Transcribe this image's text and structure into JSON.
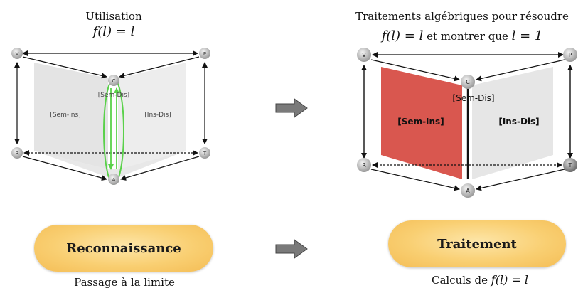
{
  "left": {
    "title_line1": "Utilisation",
    "formula": "f(l) = l",
    "nodes": {
      "V": "V",
      "P": "P",
      "C": "C",
      "R": "R",
      "T": "T",
      "A": "A"
    },
    "regions": {
      "sem_dis": "[Sem-Dis]",
      "sem_ins": "[Sem-Ins]",
      "ins_dis": "[Ins-Dis]"
    },
    "highlight_color": "#5ad14a",
    "pill_label": "Reconnaissance",
    "bottom_caption": "Passage à la limite"
  },
  "right": {
    "title_line1": "Traitements algébriques pour résoudre",
    "formula_part1": "f(l) = l",
    "formula_mid": " et montrer que ",
    "formula_part2": "l = 1",
    "nodes": {
      "V": "V",
      "P": "P",
      "C": "C",
      "R": "R",
      "T": "T",
      "A": "A"
    },
    "regions": {
      "sem_dis": "[Sem-Dis]",
      "sem_ins": "[Sem-Ins]",
      "ins_dis": "[Ins-Dis]"
    },
    "highlight_color": "#d9574f",
    "pill_label": "Traitement",
    "bottom_caption_prefix": "Calculs de ",
    "bottom_caption_formula": "f(l) = l"
  },
  "arrow_color": "#7a7a7a"
}
